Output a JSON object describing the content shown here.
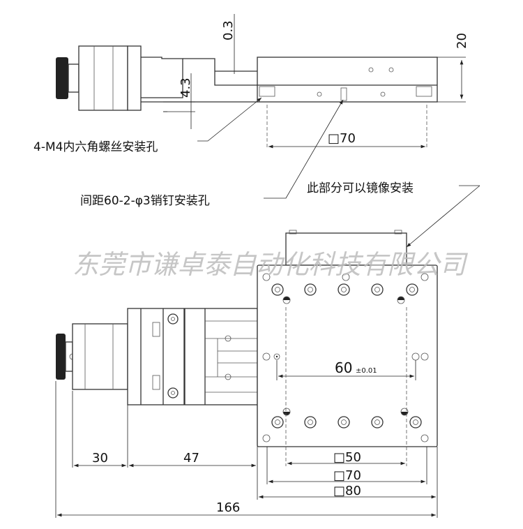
{
  "title": "Motorized linear stage dimension drawing",
  "labels": {
    "screw_holes": "4-M4内六角螺丝安装孔",
    "pin_holes": "间距60-2-φ3销钉安装孔",
    "mirror_note": "此部分可以镜像安装",
    "watermark": "东莞市谦卓泰自动化科技有限公司"
  },
  "dimensions": {
    "top_gap": "0.3",
    "height": "20",
    "offset": "4.3",
    "side_sq70": "□70",
    "pitch": "60",
    "pitch_tol": "±0.01",
    "motor_len": "30",
    "housing_len": "47",
    "sq50": "□50",
    "sq70": "□70",
    "sq80": "□80",
    "total": "166"
  }
}
